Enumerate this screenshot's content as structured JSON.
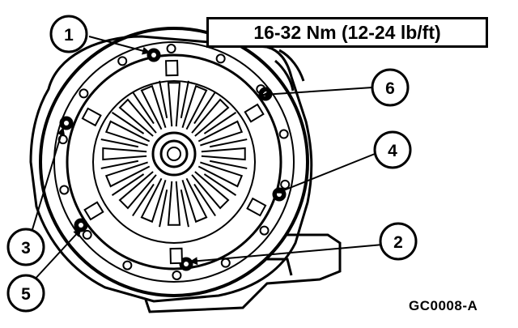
{
  "torque_spec": "16-32 Nm (12-24 lb/ft)",
  "figure_code": "GC0008-A",
  "callouts": [
    "1",
    "2",
    "3",
    "4",
    "5",
    "6"
  ],
  "colors": {
    "ink": "#000000",
    "paper": "#ffffff"
  }
}
